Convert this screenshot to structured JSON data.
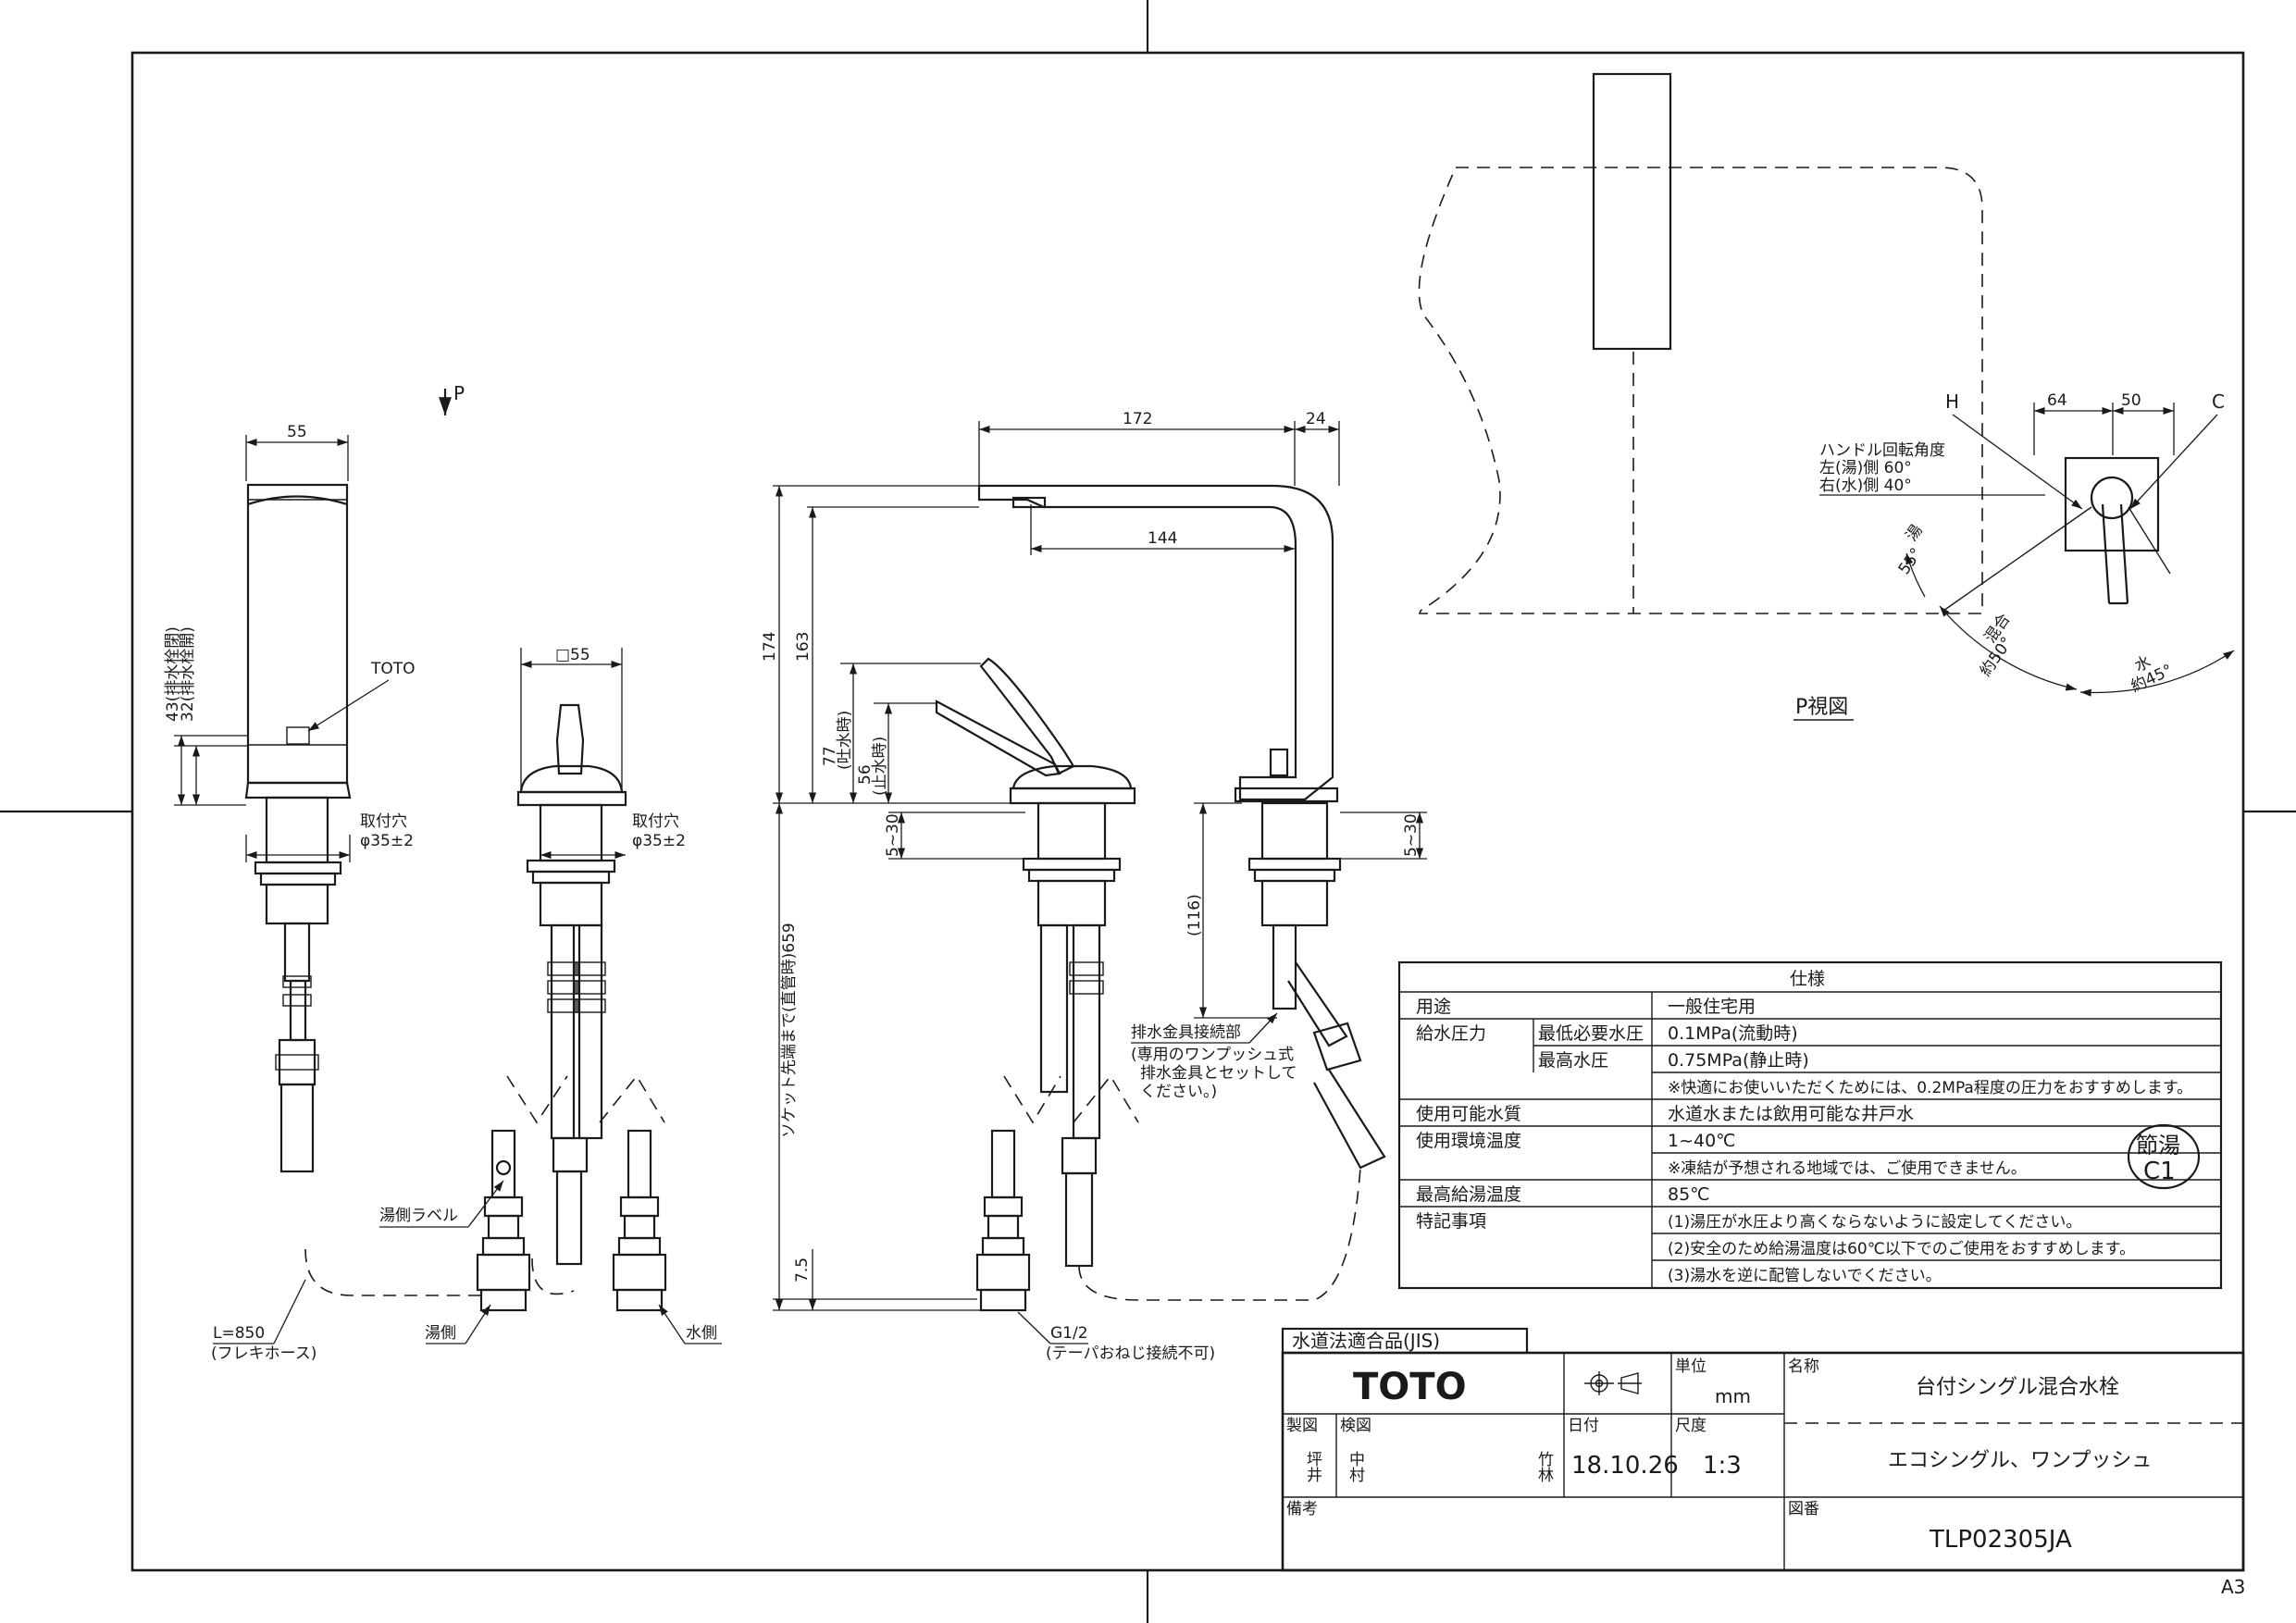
{
  "sheet_size": "A3",
  "views": {
    "p_view_marker": "P",
    "p_view_title": "P視図"
  },
  "front_view": {
    "dim_width": "55",
    "dim_43": "43(排水栓閉)",
    "dim_32": "32(排水栓開)",
    "brand_mark": "TOTO",
    "mount_hole": "取付穴",
    "mount_hole_dia": "φ35±2",
    "hot_label": "湯側ラベル",
    "hose_length": "L=850",
    "hose_type": "(フレキホース)"
  },
  "back_view": {
    "dim_square": "□55",
    "mount_hole": "取付穴",
    "mount_hole_dia": "φ35±2",
    "hot_side": "湯側",
    "cold_side": "水側"
  },
  "side_view": {
    "dim_172": "172",
    "dim_24": "24",
    "dim_144": "144",
    "dim_174": "174",
    "dim_163": "163",
    "dim_77": "77",
    "dim_77_note": "(吐水時)",
    "dim_56": "56",
    "dim_56_note": "(止水時)",
    "dim_5_30_left": "5~30",
    "dim_5_30_right": "5~30",
    "dim_659": "ソケット先端まで(直管時)659",
    "dim_116": "(116)",
    "dim_7_5": "7.5",
    "thread": "G1/2",
    "thread_note": "(テーパおねじ接続不可)",
    "drain_label": "排水金具接続部",
    "drain_note_1": "(専用のワンプッシュ式",
    "drain_note_2": "排水金具とセットして",
    "drain_note_3": "ください。)"
  },
  "p_view": {
    "h_label": "H",
    "c_label": "C",
    "dim_64": "64",
    "dim_50": "50",
    "rot_title": "ハンドル回転角度",
    "rot_left": "左(湯)側 60°",
    "rot_right": "右(水)側 40°",
    "angle_55": "55°",
    "angle_55_label": "湯",
    "mix_label": "混合",
    "mix_angle": "約50°",
    "cold_label": "水",
    "cold_angle": "約45°"
  },
  "spec_table": {
    "title": "仕様",
    "rows": [
      {
        "label": "用途",
        "sub": "",
        "value": "一般住宅用"
      },
      {
        "label": "給水圧力",
        "sub": "最低必要水圧",
        "value": "0.1MPa(流動時)"
      },
      {
        "label": "",
        "sub": "最高水圧",
        "value": "0.75MPa(静止時)"
      },
      {
        "label": "",
        "sub": "",
        "value": "※快適にお使いいただくためには、0.2MPa程度の圧力をおすすめします。"
      },
      {
        "label": "使用可能水質",
        "sub": "",
        "value": "水道水または飲用可能な井戸水"
      },
      {
        "label": "使用環境温度",
        "sub": "",
        "value": "1~40℃"
      },
      {
        "label": "",
        "sub": "",
        "value": "※凍結が予想される地域では、ご使用できません。"
      },
      {
        "label": "最高給湯温度",
        "sub": "",
        "value": "85℃"
      },
      {
        "label": "特記事項",
        "sub": "",
        "value": "(1)湯圧が水圧より高くならないように設定してください。"
      },
      {
        "label": "",
        "sub": "",
        "value": "(2)安全のため給湯温度は60℃以下でのご使用をおすすめします。"
      },
      {
        "label": "",
        "sub": "",
        "value": "(3)湯水を逆に配管しないでください。"
      }
    ],
    "stamp_line1": "節湯",
    "stamp_line2": "C1"
  },
  "title_block": {
    "jis": "水道法適合品(JIS)",
    "brand": "TOTO",
    "unit_label": "単位",
    "unit_value": "mm",
    "name_label": "名称",
    "name_value": "台付シングル混合水栓",
    "subname_value": "エコシングル、ワンプッシュ",
    "drawn_label": "製図",
    "drawn_value": "坪井",
    "checked_label": "検図",
    "checked_value": "中村",
    "approved_value": "竹林",
    "date_label": "日付",
    "date_value": "18.10.26",
    "scale_label": "尺度",
    "scale_value": "1:3",
    "remarks_label": "備考",
    "drawing_no_label": "図番",
    "drawing_no_value": "TLP02305JA"
  }
}
